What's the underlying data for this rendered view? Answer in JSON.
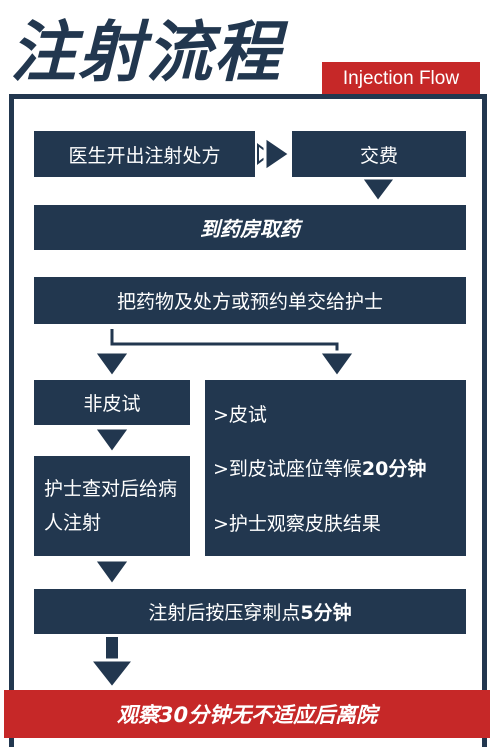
{
  "title": "注射流程",
  "subtitle": "Injection Flow",
  "steps": {
    "prescription": "医生开出注射处方",
    "pay": "交费",
    "pharmacy": "到药房取药",
    "handover": "把药物及处方或预约单交给护士",
    "no_skin_test": "非皮试",
    "nurse_check": "护士查对后给病人注射",
    "skin_test": {
      "line1": ">皮试",
      "line2_prefix": ">到皮试座位等候",
      "line2_strong": "20分钟",
      "line3": ">护士观察皮肤结果"
    },
    "press": {
      "prefix": "注射后按压穿刺点 ",
      "strong": "5分钟"
    },
    "observe": "观察30分钟无不适应后离院"
  },
  "colors": {
    "navy": "#22374f",
    "red": "#c62828",
    "white": "#ffffff"
  }
}
